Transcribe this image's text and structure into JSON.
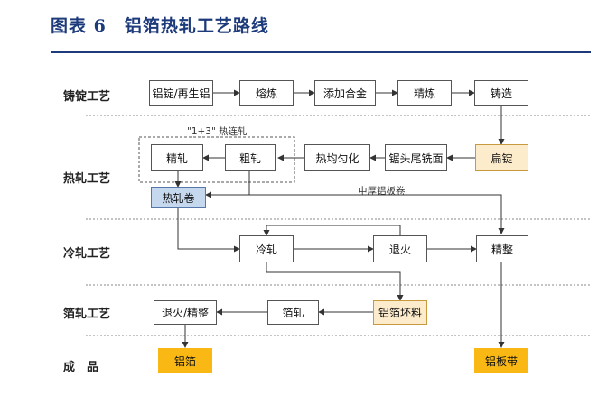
{
  "header": {
    "title": "图表 6　铝箔热轧工艺路线"
  },
  "rows": {
    "casting": "铸锭工艺",
    "hot": "热轧工艺",
    "cold": "冷轧工艺",
    "foil": "箔轧工艺",
    "product": "成　品"
  },
  "boxes": {
    "ingot": "铝锭/再生铝",
    "smelting": "熔炼",
    "alloying": "添加合金",
    "refining": "精炼",
    "casting": "铸造",
    "slab": "扁锭",
    "milling": "锯头尾铣面",
    "homogenize": "热均匀化",
    "rough_roll": "粗轧",
    "finish_roll": "精轧",
    "hot_coil": "热轧卷",
    "cold_roll": "冷轧",
    "anneal": "退火",
    "finishing": "精整",
    "foil_blank": "铝箔坯料",
    "foil_roll": "箔轧",
    "anneal_finish": "退火/精整",
    "foil": "铝箔",
    "plate": "铝板带"
  },
  "notes": {
    "hot_continuous": "\"1+3\" 热连轧",
    "medium_plate": "中厚铝板卷"
  },
  "colors": {
    "title": "#1d3a7a",
    "hot_coil_fill": "#c6d8ee",
    "highlight_fill": "#fdeccc",
    "product_fill": "#f9b814"
  }
}
